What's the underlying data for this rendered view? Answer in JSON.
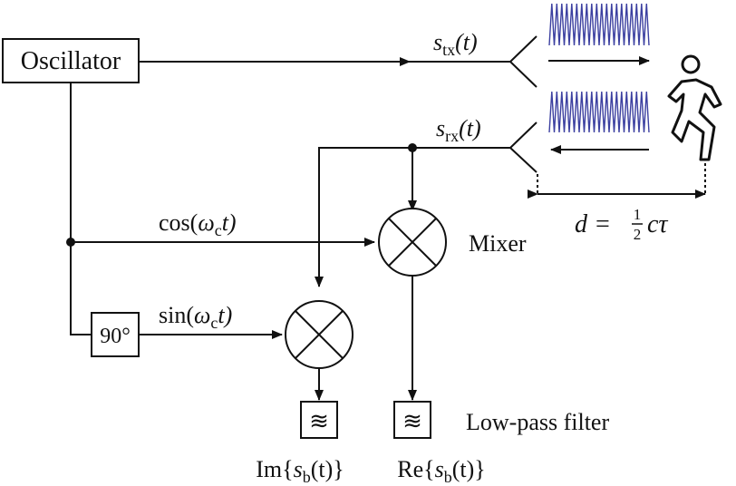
{
  "blocks": {
    "oscillator": "Oscillator",
    "phase_shift": "90°"
  },
  "signals": {
    "tx": {
      "sym": "s",
      "sub": "tx",
      "arg": "(t)"
    },
    "rx": {
      "sym": "s",
      "sub": "rx",
      "arg": "(t)"
    },
    "cos": {
      "fn": "cos(",
      "omega": "ω",
      "sub": "c",
      "tail": "t)"
    },
    "sin": {
      "fn": "sin(",
      "omega": "ω",
      "sub": "c",
      "tail": "t)"
    }
  },
  "labels": {
    "mixer": "Mixer",
    "lpf": "Low-pass filter",
    "filter_glyph": "≋"
  },
  "outputs": {
    "im": {
      "pre": "Im{",
      "sym": "s",
      "sub": "b",
      "post": "(t)}"
    },
    "re": {
      "pre": "Re{",
      "sym": "s",
      "sub": "b",
      "post": "(t)}"
    }
  },
  "distance": {
    "lhs": "d",
    "eq": " = ",
    "num": "1",
    "den": "2",
    "rhs": "cτ"
  }
}
